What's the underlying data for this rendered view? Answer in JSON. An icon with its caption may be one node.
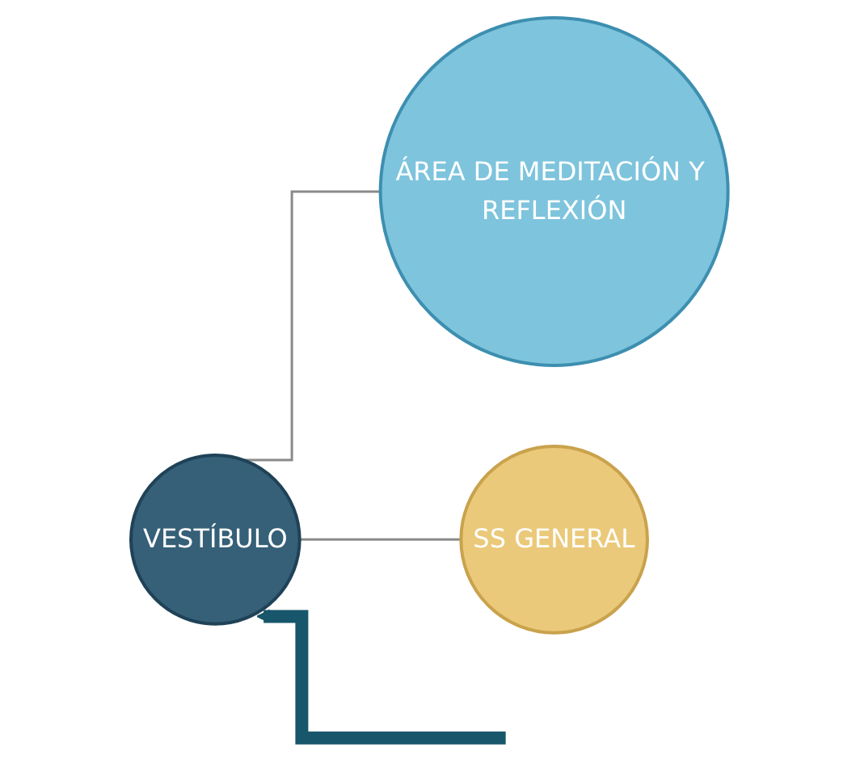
{
  "diagram": {
    "nodes": [
      {
        "text": [
          "ÁREA DE MEDITACIÓN Y REFLEXIÓN"
        ]
      },
      {
        "text": [
          "SS GENERAL"
        ]
      },
      {
        "text": [
          "VESTÍBULO"
        ]
      }
    ],
    "edges": [
      {
        "from": 0,
        "to": 2,
        "arrow": "none"
      },
      {
        "from": 1,
        "to": 2,
        "arrow": "none"
      },
      {
        "from": null,
        "to": 2,
        "arrow": "to",
        "style": "thick",
        "color": "#17566b"
      }
    ]
  }
}
